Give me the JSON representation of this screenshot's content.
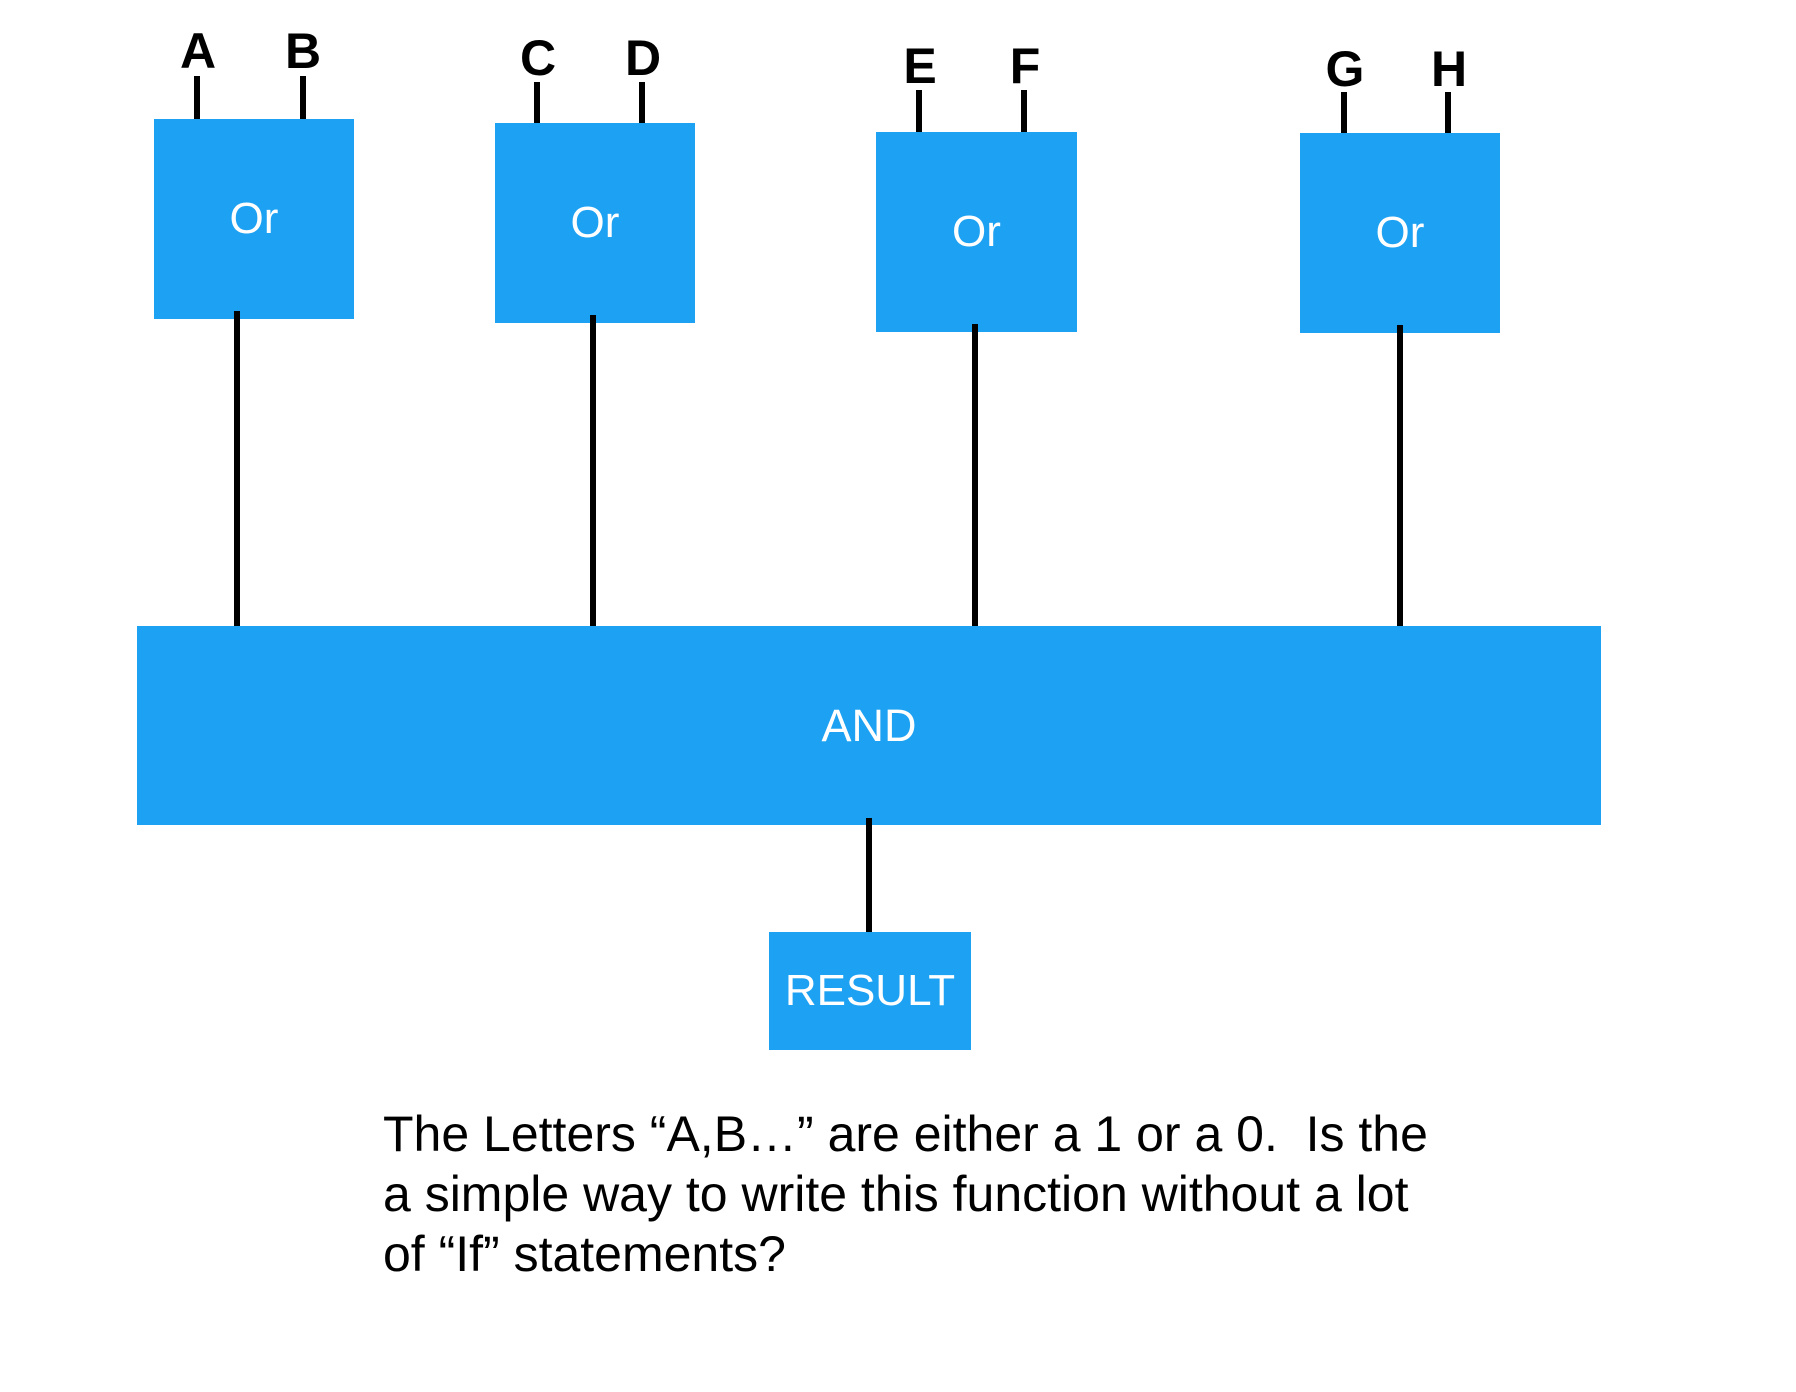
{
  "colors": {
    "gate_blue": "#1da1f2",
    "wire_black": "#000000",
    "gate_label_white": "#ffffff",
    "caption_black": "#000000"
  },
  "diagram": {
    "input_labels": [
      "A",
      "B",
      "C",
      "D",
      "E",
      "F",
      "G",
      "H"
    ],
    "or_gates": [
      {
        "label": "Or"
      },
      {
        "label": "Or"
      },
      {
        "label": "Or"
      },
      {
        "label": "Or"
      }
    ],
    "and_gate": {
      "label": "AND"
    },
    "result_box": {
      "label": "RESULT"
    }
  },
  "caption": {
    "line1": "The Letters “A,B…” are either a 1 or a 0.  Is the",
    "line2": "a simple way to write this function without a lot",
    "line3": "of “If” statements?"
  }
}
